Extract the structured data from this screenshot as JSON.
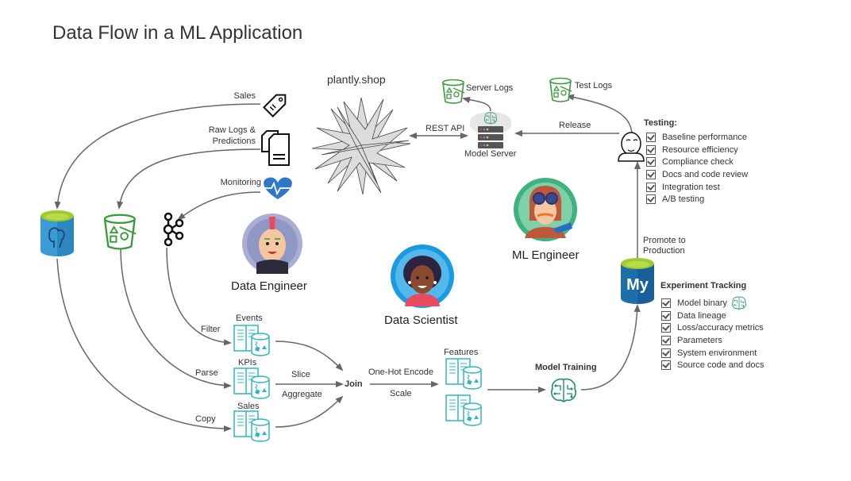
{
  "title": "Data Flow in a ML Application",
  "colors": {
    "arrow": "#666666",
    "teal": "#2fb5c4",
    "green": "#3a9a3a",
    "postgres_blue": "#3a9bd5",
    "mysql_blue": "#1e6fa8",
    "brain_green": "#1d8f6e",
    "heart_blue": "#2f78c8",
    "star_fill": "#dcdcdc"
  },
  "app": {
    "name": "plantly.shop",
    "icon": "plant-star-icon"
  },
  "sources": [
    {
      "label": "Sales",
      "icon": "price-tag-icon"
    },
    {
      "label_line1": "Raw Logs &",
      "label_line2": "Predictions",
      "icon": "documents-icon"
    },
    {
      "label": "Monitoring",
      "icon": "heart-pulse-icon"
    }
  ],
  "storage": [
    {
      "name": "postgres",
      "icon": "postgresql-database-icon"
    },
    {
      "name": "s3-bucket",
      "icon": "bucket-icon"
    },
    {
      "name": "kafka",
      "icon": "kafka-icon"
    }
  ],
  "model_server": {
    "label": "Model Server",
    "link_label": "REST API",
    "icon": "server-icon"
  },
  "server_logs": {
    "label": "Server Logs",
    "icon": "bucket-icon"
  },
  "test_logs": {
    "label": "Test Logs",
    "icon": "bucket-icon"
  },
  "release_label": "Release",
  "testing": {
    "heading": "Testing:",
    "icon": "jenkins-icon",
    "items": [
      "Baseline performance",
      "Resource efficiency",
      "Compliance check",
      "Docs and code review",
      "Integration test",
      "A/B testing"
    ]
  },
  "promote_label_line1": "Promote to",
  "promote_label_line2": "Production",
  "experiment_tracking": {
    "heading": "Experiment Tracking",
    "icon": "mysql-database-icon",
    "icon_text": "My",
    "items": [
      "Model binary",
      "Data lineage",
      "Loss/accuracy metrics",
      "Parameters",
      "System environment",
      "Source code and docs"
    ]
  },
  "roles": {
    "data_engineer": "Data Engineer",
    "data_scientist": "Data Scientist",
    "ml_engineer": "ML Engineer"
  },
  "datasets": {
    "events": "Events",
    "kpis": "KPIs",
    "sales": "Sales",
    "features": "Features"
  },
  "transforms": {
    "filter": "Filter",
    "parse": "Parse",
    "copy": "Copy",
    "slice": "Slice",
    "aggregate": "Aggregate",
    "join": "Join",
    "one_hot": "One-Hot Encode",
    "scale": "Scale",
    "model_training": "Model Training"
  }
}
